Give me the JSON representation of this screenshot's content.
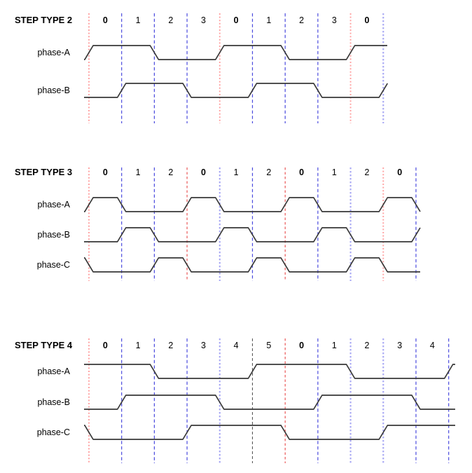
{
  "colors": {
    "background": "#ffffff",
    "text": "#000000",
    "waveform": "#383838",
    "pink": "#ffa2a2",
    "red": "#e84a4a",
    "blue": "#4a4ade",
    "periwinkle": "#a8a8f4",
    "black": "#5a5a5a"
  },
  "chart_data": {
    "type": "timing-diagram",
    "note_levels": "levels are logic values per step; pre/post are levels before first and after last boundary",
    "diagrams": [
      {
        "title": "STEP TYPE 2",
        "steps": [
          "0",
          "1",
          "2",
          "3",
          "0",
          "1",
          "2",
          "3",
          "0"
        ],
        "line_colors": [
          "pink",
          "blue",
          "blue",
          "blue",
          "pink",
          "blue",
          "blue",
          "blue",
          "pink",
          "periwinkle"
        ],
        "phases": [
          {
            "label": "phase-A",
            "pre": 0,
            "levels": [
              1,
              1,
              0,
              0,
              1,
              1,
              0,
              0,
              1
            ],
            "post": 1
          },
          {
            "label": "phase-B",
            "pre": 0,
            "levels": [
              0,
              1,
              1,
              0,
              0,
              1,
              1,
              0,
              0
            ],
            "post": 1
          }
        ]
      },
      {
        "title": "STEP TYPE 3",
        "steps": [
          "0",
          "1",
          "2",
          "0",
          "1",
          "2",
          "0",
          "1",
          "2",
          "0"
        ],
        "line_colors": [
          "pink",
          "blue",
          "blue",
          "red",
          "periwinkle",
          "blue",
          "red",
          "blue",
          "periwinkle",
          "pink",
          "blue"
        ],
        "phases": [
          {
            "label": "phase-A",
            "pre": 0,
            "levels": [
              1,
              0,
              0,
              1,
              0,
              0,
              1,
              0,
              0,
              1
            ],
            "post": 0
          },
          {
            "label": "phase-B",
            "pre": 0,
            "levels": [
              0,
              1,
              0,
              0,
              1,
              0,
              0,
              1,
              0,
              0
            ],
            "post": 1
          },
          {
            "label": "phase-C",
            "pre": 1,
            "levels": [
              0,
              0,
              1,
              0,
              0,
              1,
              0,
              0,
              1,
              0
            ],
            "post": 0
          }
        ]
      },
      {
        "title": "STEP TYPE 4",
        "steps": [
          "0",
          "1",
          "2",
          "3",
          "4",
          "5",
          "0",
          "1",
          "2",
          "3",
          "4"
        ],
        "line_colors": [
          "pink",
          "blue",
          "blue",
          "blue",
          "periwinkle",
          "black",
          "red",
          "blue",
          "periwinkle",
          "periwinkle",
          "blue",
          "blue"
        ],
        "phases": [
          {
            "label": "phase-A",
            "pre": 1,
            "levels": [
              1,
              1,
              0,
              0,
              0,
              1,
              1,
              1,
              0,
              0,
              0
            ],
            "post": 1
          },
          {
            "label": "phase-B",
            "pre": 0,
            "levels": [
              0,
              1,
              1,
              1,
              0,
              0,
              0,
              1,
              1,
              1,
              0
            ],
            "post": 0
          },
          {
            "label": "phase-C",
            "pre": 1,
            "levels": [
              0,
              0,
              0,
              1,
              1,
              1,
              0,
              0,
              0,
              1,
              1
            ],
            "post": 1
          }
        ]
      }
    ]
  }
}
